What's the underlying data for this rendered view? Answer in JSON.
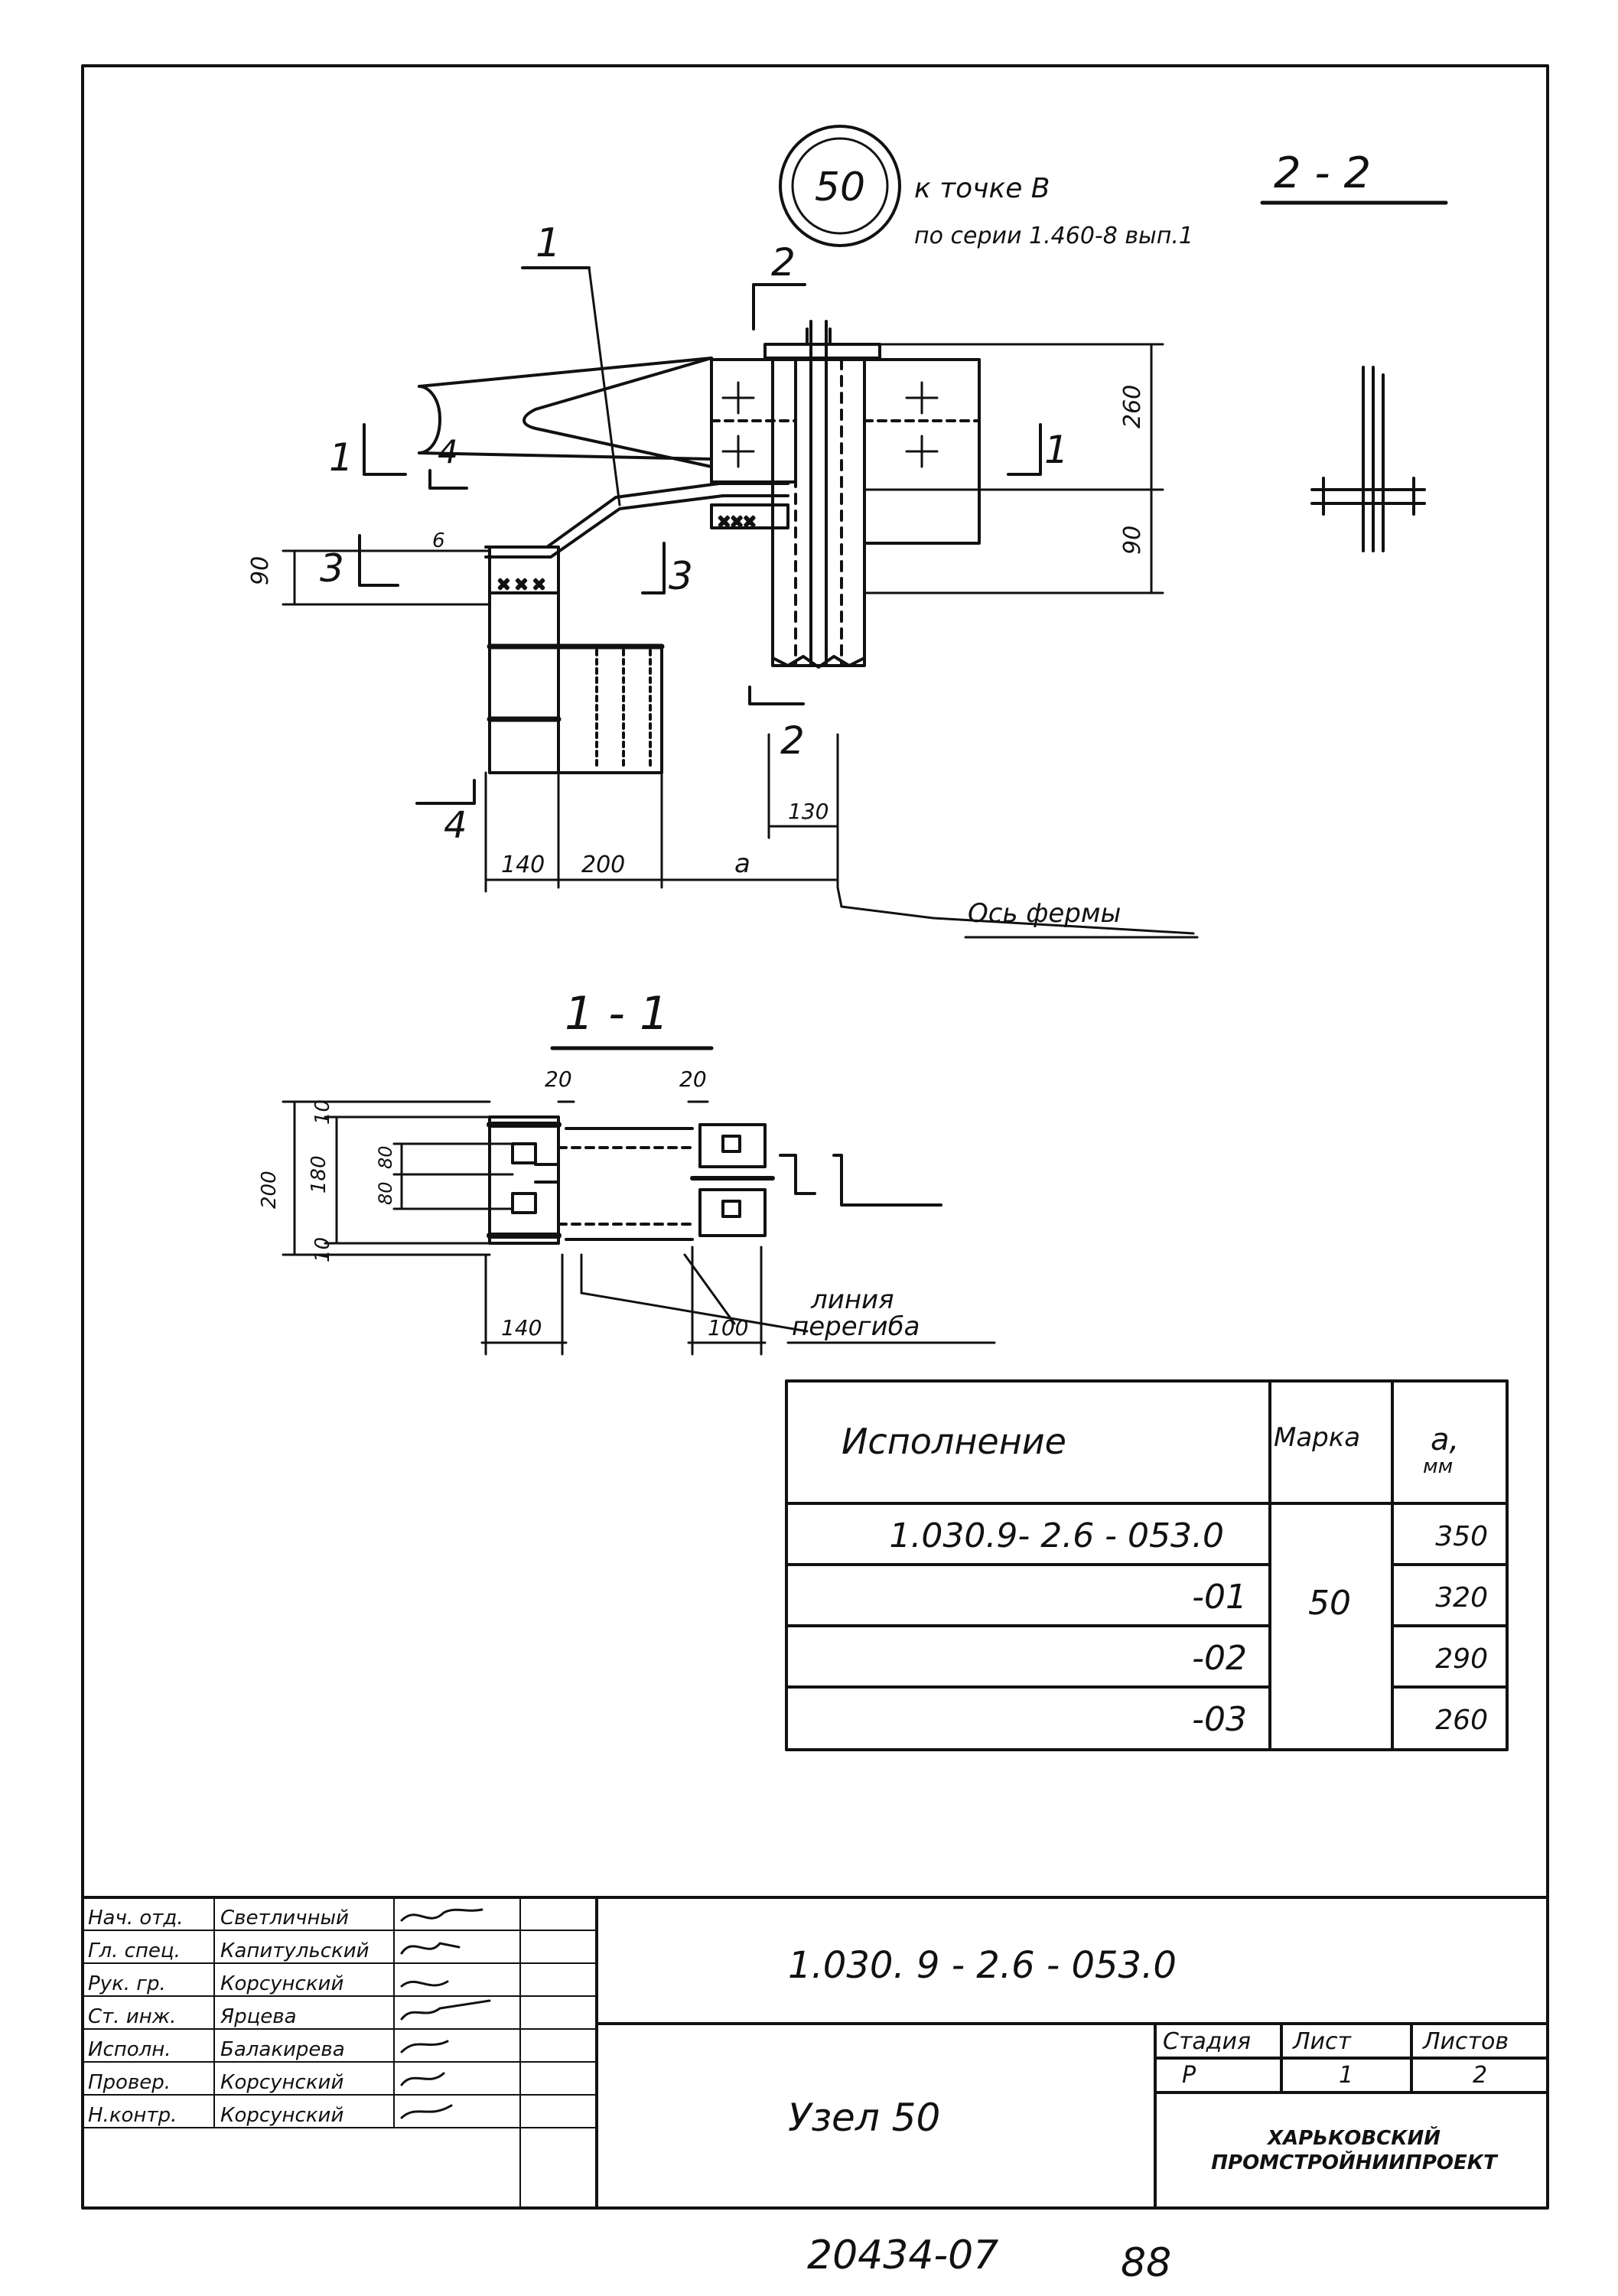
{
  "header": {
    "node_number": "50",
    "note_line1": "к точке В",
    "note_line2": "по серии 1.460-8 вып.1"
  },
  "sections": {
    "s22_title": "2 - 2",
    "s11_title": "1 - 1",
    "cut_labels": [
      "1",
      "1",
      "2",
      "2",
      "3",
      "3",
      "4",
      "4"
    ]
  },
  "leaders": {
    "part1": "1",
    "axis": "Ось фермы",
    "bend_line_1": "линия",
    "bend_line_2": "перегиба"
  },
  "dims_22": [
    "260",
    "90",
    "90",
    "130",
    "140",
    "200",
    "a",
    "6"
  ],
  "dims_11": [
    "10",
    "180",
    "200",
    "10",
    "80",
    "80",
    "20",
    "20",
    "140",
    "100"
  ],
  "spec_table": {
    "headers": {
      "col1": "Исполнение",
      "col2": "Марка",
      "col3_line1": "a,",
      "col3_line2": "мм"
    },
    "mark": "50",
    "rows": [
      {
        "code": "1.030.9- 2.6 - 053.0",
        "a": "350"
      },
      {
        "code": "-01",
        "a": "320"
      },
      {
        "code": "-02",
        "a": "290"
      },
      {
        "code": "-03",
        "a": "260"
      }
    ]
  },
  "title_block": {
    "document_code": "1.030. 9 - 2.6 - 053.0",
    "drawing_name": "Узел 50",
    "stage_label": "Стадия",
    "sheet_label": "Лист",
    "sheets_label": "Листов",
    "stage": "Р",
    "sheet": "1",
    "sheets": "2",
    "org_line1": "ХАРЬКОВСКИЙ",
    "org_line2": "ПРОМСТРОЙНИИПРОЕКТ",
    "roles": [
      {
        "role": "Нач. отд.",
        "name": "Светличный"
      },
      {
        "role": "Гл. спец.",
        "name": "Капитульский"
      },
      {
        "role": "Рук. гр.",
        "name": "Корсунский"
      },
      {
        "role": "Ст. инж.",
        "name": "Ярцева"
      },
      {
        "role": "Исполн.",
        "name": "Балакирева"
      },
      {
        "role": "Провер.",
        "name": "Корсунский"
      },
      {
        "role": "Н.контр.",
        "name": "Корсунский"
      }
    ]
  },
  "footer": {
    "archive_no": "20434-07",
    "page_no": "88"
  }
}
